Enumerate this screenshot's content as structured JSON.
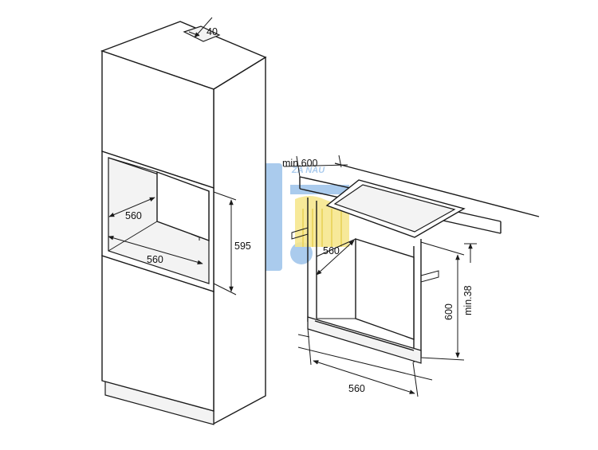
{
  "diagram": {
    "column_unit": {
      "top_gap": "40",
      "niche_depth": "560",
      "niche_width": "560",
      "niche_height": "595"
    },
    "undercounter_unit": {
      "worktop_clearance": "min.600",
      "niche_depth": "560",
      "niche_height": "600",
      "side_gap": "min.38",
      "niche_width": "560"
    },
    "watermark": "ZA NAU"
  },
  "colors": {
    "line": "#1a1a1a",
    "watermark_blue": "#9cc3ea",
    "watermark_yellow": "#f4e27a"
  }
}
